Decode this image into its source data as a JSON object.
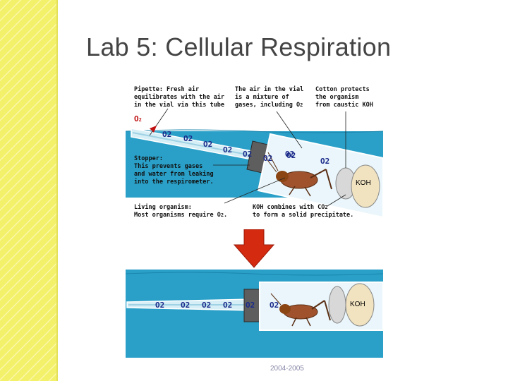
{
  "slide": {
    "title": "Lab 5: Cellular Respiration",
    "footer": "2004-2005"
  },
  "top_panel": {
    "labels": {
      "pipette": "Pipette: Fresh air\nequilibrates with the air\nin the vial via this tube",
      "air": "The air in the vial\nis a mixture of\ngases, including O",
      "air_sub": "2",
      "cotton": "Cotton protects\nthe organism\nfrom caustic KOH",
      "stopper": "Stopper:\nThis prevents gases\nand water from leaking\ninto the respirometer.",
      "organism": "Living organism:\nMost organisms require O",
      "organism_sub": "2",
      "organism_end": ".",
      "koh_combines": "KOH combines with CO",
      "koh_sub": "2",
      "koh_combines_end": "\nto form a solid precipitate."
    },
    "o2_outside": "O",
    "o2_outside_sub": "2",
    "o2_markers": [
      "O2",
      "O2",
      "O2",
      "O2",
      "O2",
      "O2",
      "O2",
      "O2",
      "O2"
    ],
    "koh_label": "KOH"
  },
  "bottom_panel": {
    "o2_markers": [
      "O2",
      "O2",
      "O2",
      "O2",
      "O2",
      "O2"
    ],
    "koh_label": "KOH"
  },
  "colors": {
    "stripe": "#f3f06a",
    "water": "#2aa0c8",
    "water_light": "#6fc3dc",
    "arrow": "#d42a10",
    "cricket": "#a0522d"
  }
}
